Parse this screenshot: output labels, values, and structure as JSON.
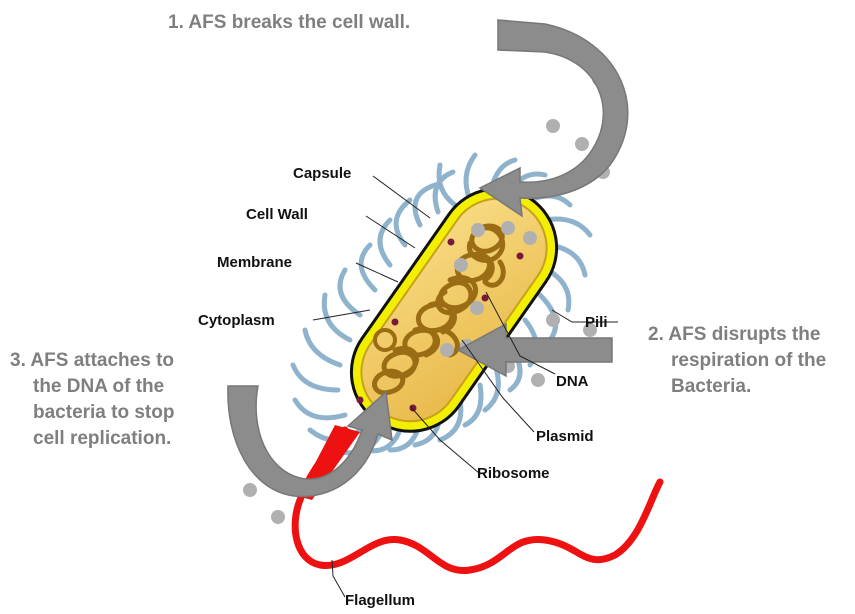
{
  "steps": {
    "step1": "1.   AFS breaks the cell wall.",
    "step2_line1": "2. AFS disrupts the",
    "step2_line2": "respiration of the",
    "step2_line3": "Bacteria.",
    "step3_line1": "3. AFS attaches to",
    "step3_line2": "the DNA of the",
    "step3_line3": "bacteria to stop",
    "step3_line4": "cell replication."
  },
  "labels": {
    "capsule": "Capsule",
    "cell_wall": "Cell Wall",
    "membrane": "Membrane",
    "cytoplasm": "Cytoplasm",
    "pili": "Pili",
    "dna": "DNA",
    "plasmid": "Plasmid",
    "ribosome": "Ribosome",
    "flagellum": "Flagellum"
  },
  "colors": {
    "text": "#7f7f7f",
    "pili": "#8fb3cc",
    "cell_wall": "#f2f000",
    "cytoplasm": "#f0c85a",
    "dna": "#9a6c14",
    "ribosome": "#7a1a3a",
    "flagellum": "#ee1111",
    "arrow": "#8c8c8c",
    "dots": "#b0b0b0"
  }
}
